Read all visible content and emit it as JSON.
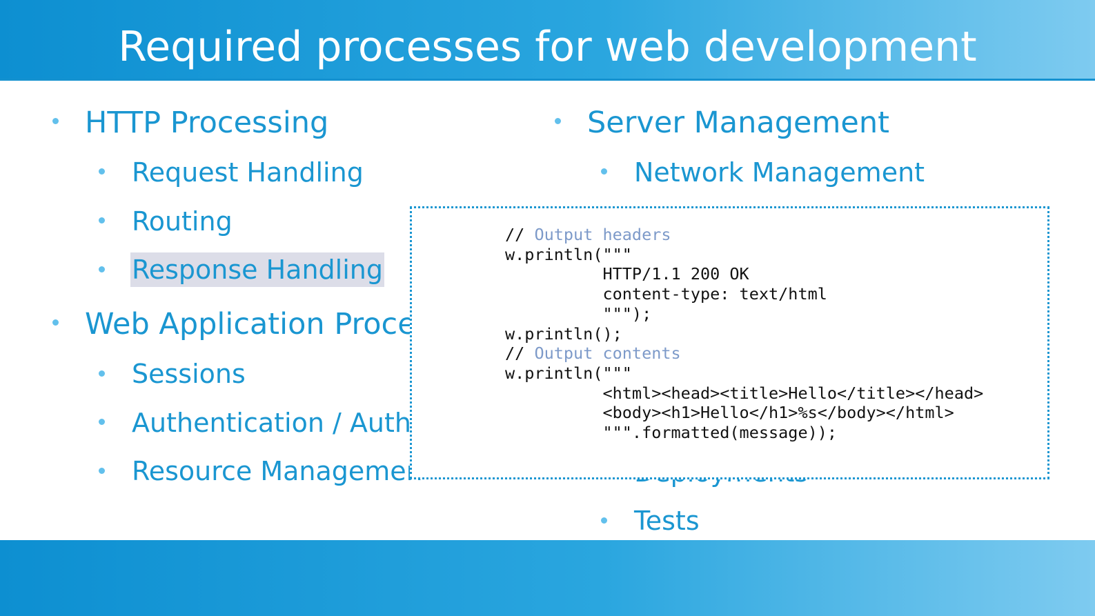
{
  "slide": {
    "title": "Required processes for web development"
  },
  "left_column": {
    "items": [
      {
        "label": "HTTP Processing",
        "level": 1
      },
      {
        "label": "Request Handling",
        "level": 2
      },
      {
        "label": "Routing",
        "level": 2
      },
      {
        "label": "Response Handling",
        "level": 2,
        "highlighted": true
      },
      {
        "label": "Web Application Proces",
        "level": 1
      },
      {
        "label": "Sessions",
        "level": 2
      },
      {
        "label": "Authentication / Authe",
        "level": 2
      },
      {
        "label": "Resource Managemen",
        "level": 2
      }
    ]
  },
  "right_column": {
    "items": [
      {
        "label": "Server Management",
        "level": 1
      },
      {
        "label": "Network Management",
        "level": 2
      },
      {
        "label": "Deployments",
        "level": 2
      },
      {
        "label": "Tests",
        "level": 2
      }
    ]
  },
  "code_box": {
    "comment_1_prefix": "// ",
    "comment_1_text": "Output headers",
    "line_1": "w.println(\"\"\"",
    "line_2": "          HTTP/1.1 200 OK",
    "line_3": "          content-type: text/html",
    "line_4": "          \"\"\");",
    "line_5": "w.println();",
    "comment_2_prefix": "// ",
    "comment_2_text": "Output contents",
    "line_6": "w.println(\"\"\"",
    "line_7": "          <html><head><title>Hello</title></head>",
    "line_8": "          <body><h1>Hello</h1>%s</body></html>",
    "line_9": "          \"\"\".formatted(message));"
  },
  "colors": {
    "accent": "#1a96d1",
    "bullet": "#62c0ec",
    "comment": "#7d9ac9",
    "highlight": "#dcdde8"
  }
}
